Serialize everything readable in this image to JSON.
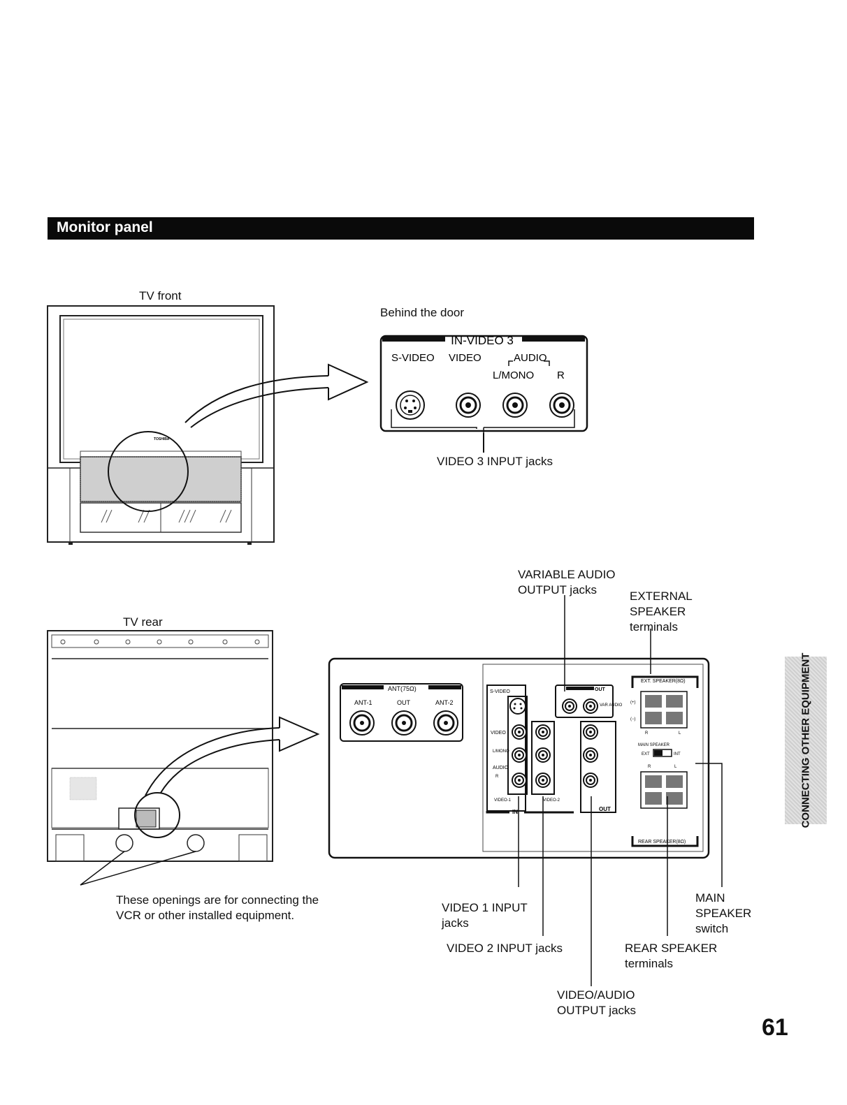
{
  "section_title": "Monitor panel",
  "tv_front_label": "TV front",
  "tv_brand": "TOSHIBA",
  "behind_door_label": "Behind the door",
  "door_panel": {
    "title": "IN-VIDEO 3",
    "svideo": "S-VIDEO",
    "video": "VIDEO",
    "audio": "AUDIO",
    "lmono": "L/MONO",
    "r": "R"
  },
  "video3_caption": "VIDEO 3 INPUT jacks",
  "tv_rear_label": "TV rear",
  "openings_caption": "These openings are for connecting the VCR or other installed equipment.",
  "rear_panel": {
    "ant_title": "ANT(75Ω)",
    "ant1": "ANT-1",
    "ant_out": "OUT",
    "ant2": "ANT-2",
    "svideo": "S-VIDEO",
    "video": "VIDEO",
    "mono": "L/MONO",
    "audio": "AUDIO",
    "l": "L",
    "r": "R",
    "video1": "VIDEO-1",
    "video2": "VIDEO-2",
    "in": "IN",
    "out": "OUT",
    "var_audio": "VAR AUDIO",
    "ext_speaker": "EXT. SPEAKER(8Ω)",
    "main_speaker": "MAIN SPEAKER",
    "ext": "EXT",
    "int": "INT",
    "rear_speaker": "REAR SPEAKER(8Ω)",
    "plus": "(+)",
    "minus": "(−)"
  },
  "callouts": {
    "variable_audio": "VARIABLE AUDIO OUTPUT jacks",
    "external_speaker": "EXTERNAL SPEAKER terminals",
    "video1_input": "VIDEO 1 INPUT jacks",
    "video2_input": "VIDEO 2 INPUT jacks",
    "video_audio_output": "VIDEO/AUDIO OUTPUT jacks",
    "main_speaker_switch": "MAIN SPEAKER switch",
    "rear_speaker": "REAR SPEAKER terminals"
  },
  "side_tab": "CONNECTING OTHER EQUIPMENT",
  "page_number": "61"
}
